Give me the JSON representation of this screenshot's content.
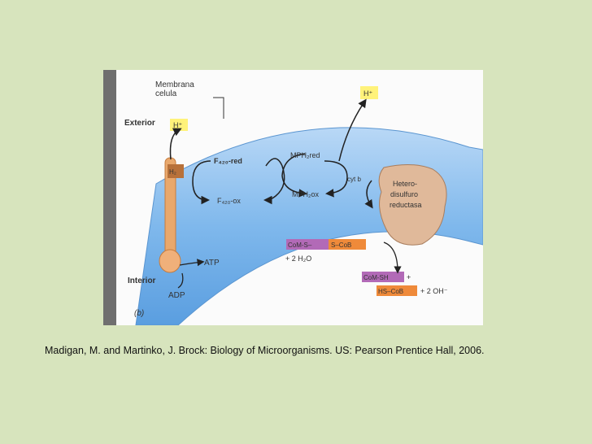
{
  "figure": {
    "membrane_label_line1": "Membrana",
    "membrane_label_line2": "celula",
    "exterior_label": "Exterior",
    "interior_label": "Interior",
    "h_plus_left": "H⁺",
    "h_plus_right": "H⁺",
    "h2_label": "H₂",
    "f420_red": "F₄₂₀-red",
    "f420_ox": "F₄₂₀-ox",
    "mph_red": "MPH₂red",
    "mph_ox": "MPH₂ox",
    "cyt_b": "cyt b",
    "heterodisulfide_line1": "Hetero-",
    "heterodisulfide_line2": "disulfuro",
    "heterodisulfide_line3": "reductasa",
    "com_s": "CoM-S–",
    "s_cob": "S–CoB",
    "plus_water": "+ 2 H₂O",
    "com_sh": "CoM-SH",
    "plus_sign": "+",
    "hs_cob": "HS–CoB",
    "plus_oh": "+ 2 OH⁻",
    "atp": "ATP",
    "adp": "ADP",
    "panel_letter": "(b)",
    "colors": {
      "membrane_blue": "#7fb8ec",
      "atpase_orange": "#e9a86c",
      "enzyme_tan": "#e0b99a",
      "purple_box": "#b26ab7",
      "orange_box": "#ef8a3a",
      "h_plus_yellow": "#fff27a",
      "gray_strip": "#6f6f6f"
    }
  },
  "caption": "Madigan, M. and Martinko, J. Brock: Biology of Microorganisms. US: Pearson Prentice Hall, 2006."
}
